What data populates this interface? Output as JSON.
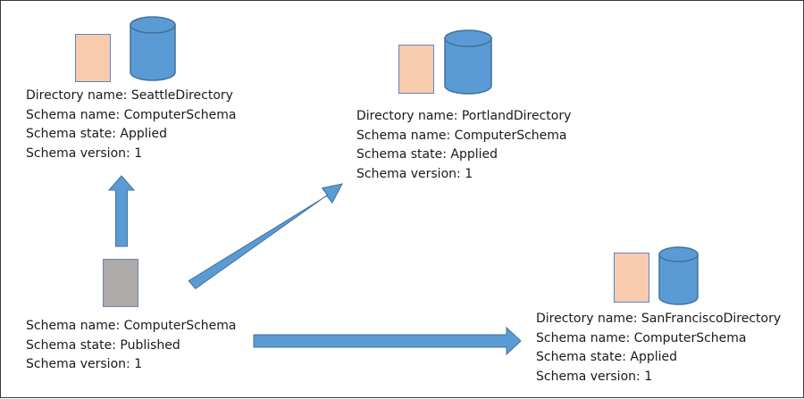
{
  "source": {
    "lines": [
      {
        "key": "Schema name",
        "value": "ComputerSchema"
      },
      {
        "key": "Schema state",
        "value": "Published"
      },
      {
        "key": "Schema version",
        "value": "1"
      }
    ]
  },
  "targets": {
    "seattle": {
      "lines": [
        {
          "key": "Directory name",
          "value": "SeattleDirectory"
        },
        {
          "key": "Schema name",
          "value": "ComputerSchema"
        },
        {
          "key": "Schema state",
          "value": "Applied"
        },
        {
          "key": "Schema version",
          "value": "1"
        }
      ]
    },
    "portland": {
      "lines": [
        {
          "key": "Directory name",
          "value": "PortlandDirectory"
        },
        {
          "key": "Schema name",
          "value": "ComputerSchema"
        },
        {
          "key": "Schema state",
          "value": "Applied"
        },
        {
          "key": "Schema version",
          "value": "1"
        }
      ]
    },
    "sanfrancisco": {
      "lines": [
        {
          "key": "Directory name",
          "value": "SanFranciscoDirectory"
        },
        {
          "key": "Schema name",
          "value": "ComputerSchema"
        },
        {
          "key": "Schema state",
          "value": "Applied"
        },
        {
          "key": "Schema version",
          "value": "1"
        }
      ]
    }
  },
  "colors": {
    "arrow": "#5b9bd5",
    "arrow_outline": "#41719c",
    "cylinder": "#5b9bd5",
    "cylinder_outline": "#41719c",
    "document": "#f8cbad",
    "source_document": "#aeaaaa"
  }
}
